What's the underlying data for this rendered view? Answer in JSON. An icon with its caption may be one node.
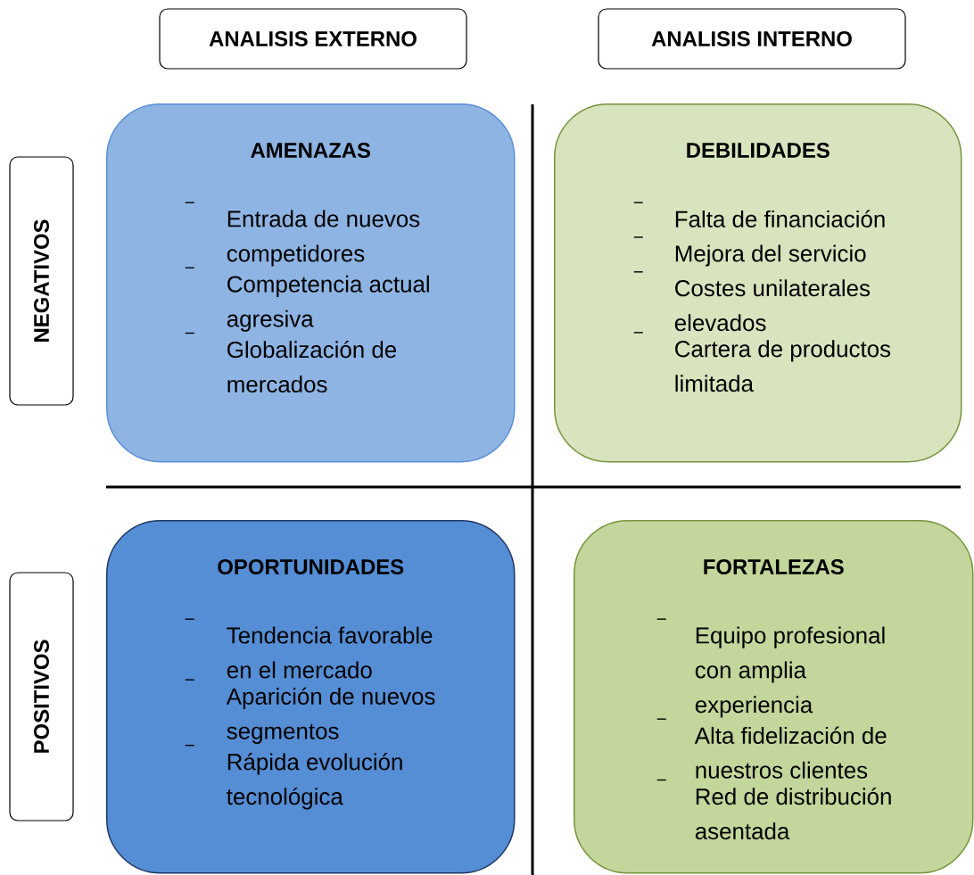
{
  "diagram": {
    "nodes": [
      {
        "text": [
          "ANALISIS EXTERNO"
        ]
      },
      {
        "text": [
          "ANALISIS INTERNO"
        ]
      },
      {
        "text": [
          "NEGATIVOS"
        ]
      },
      {
        "text": [
          "AMENAZAS",
          "Entrada de nuevos competidores",
          "Competencia actual agresiva",
          "Globalización de mercados"
        ]
      },
      {
        "text": [
          "DEBILIDADES",
          "Falta de financiación",
          "Mejora del servicio",
          "Costes unilaterales elevados",
          "Cartera de productos limitada"
        ]
      },
      {
        "text": [
          "POSITIVOS"
        ]
      },
      {
        "text": [
          "OPORTUNIDADES",
          "Tendencia favorable en el mercado",
          "Aparición de nuevos segmentos",
          "Rápida evolución tecnológica"
        ]
      },
      {
        "text": [
          "FORTALEZAS",
          "Equipo profesional con amplia experiencia",
          "Alta fidelización de nuestros clientes",
          "Red de distribución asentada"
        ]
      }
    ],
    "edges": []
  }
}
